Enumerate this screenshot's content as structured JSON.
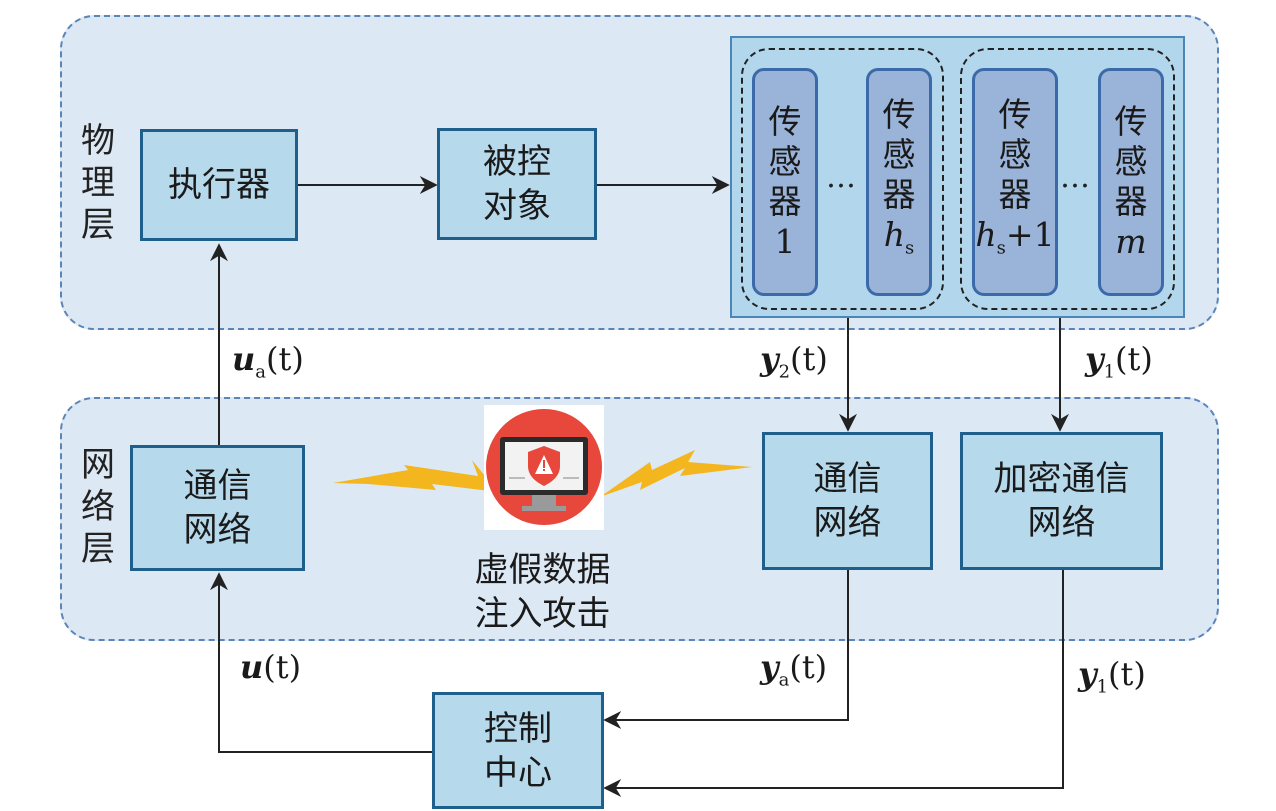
{
  "layers": {
    "physical": [
      "物",
      "理",
      "层"
    ],
    "network": [
      "网",
      "络",
      "层"
    ]
  },
  "boxes": {
    "actuator": "执行器",
    "plant": [
      "被控",
      "对象"
    ],
    "comm_left": [
      "通信",
      "网络"
    ],
    "comm_right": [
      "通信",
      "网络"
    ],
    "encrypted_comm": [
      "加密通信",
      "网络"
    ],
    "control_center": [
      "控制",
      "中心"
    ]
  },
  "sensors": {
    "sensor_chars": [
      "传",
      "感",
      "器"
    ],
    "s1_index": "1",
    "s2_index_main": "h",
    "s2_index_sub": "s",
    "s3_index_main": "h",
    "s3_index_sub": "s",
    "s3_index_tail": "+1",
    "s4_index": "m",
    "ellipsis": "…"
  },
  "attack": {
    "label": [
      "虚假数据",
      "注入攻击"
    ],
    "icon": "warning-monitor-icon",
    "bolt_color": "#f3b61f",
    "circle_color": "#e8473b"
  },
  "signals": {
    "ua": {
      "main": "u",
      "sub": "a",
      "arg": "(t)"
    },
    "y2": {
      "main": "y",
      "sub": "2",
      "arg": "(t)"
    },
    "y1_top": {
      "main": "y",
      "sub": "1",
      "arg": "(t)"
    },
    "u": {
      "main": "u",
      "sub": "",
      "arg": "(t)"
    },
    "ya": {
      "main": "y",
      "sub": "a",
      "arg": "(t)"
    },
    "y1_bottom": {
      "main": "y",
      "sub": "1",
      "arg": "(t)"
    }
  },
  "colors": {
    "layer_fill": "#dde8f5",
    "box_fill": "#b7d9ec",
    "box_border": "#1e5f8b",
    "sensor_fill": "#9ab3d9"
  }
}
